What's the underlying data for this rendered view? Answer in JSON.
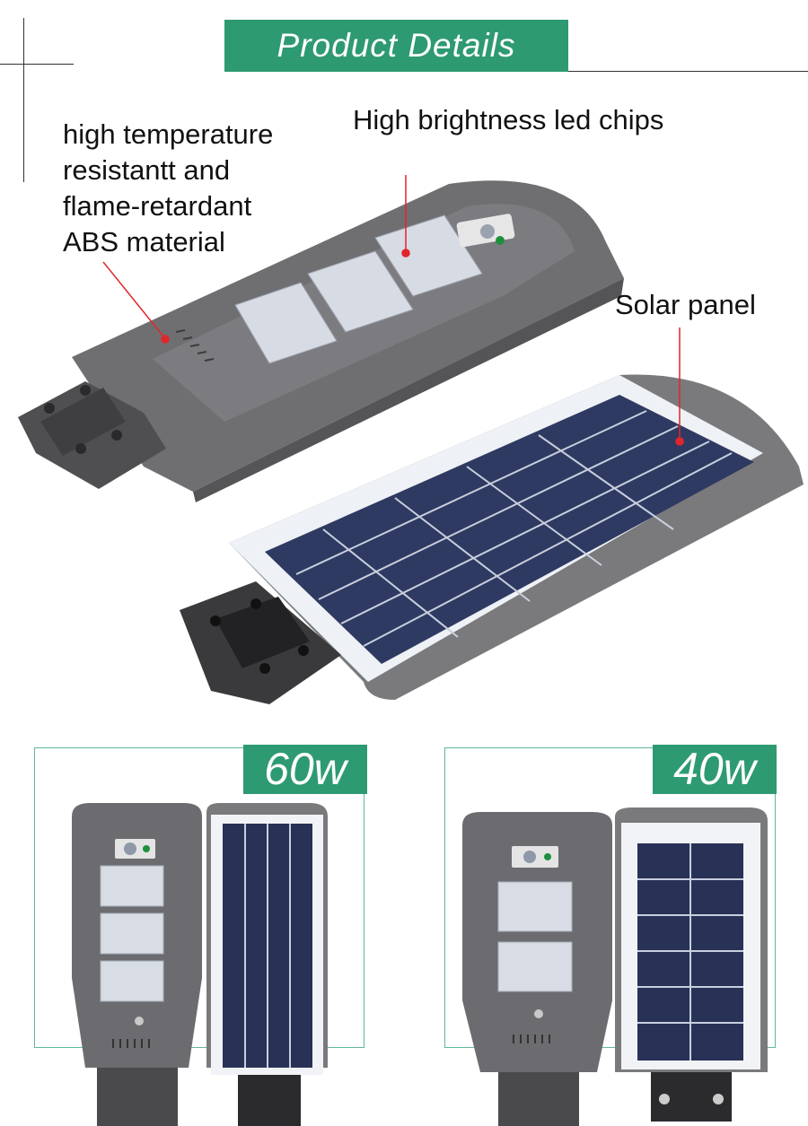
{
  "header": {
    "title": "Product Details"
  },
  "callouts": {
    "material": [
      "high temperature",
      "resistantt and",
      "flame-retardant",
      "ABS material"
    ],
    "led_chips": "High brightness led chips",
    "solar_panel": "Solar panel"
  },
  "variants": [
    {
      "label": "60w"
    },
    {
      "label": "40w"
    }
  ],
  "colors": {
    "accent": "#2e9a72",
    "callout_line": "#e0262b",
    "housing": "#6e6e70",
    "panel_cell": "#2a3358"
  }
}
